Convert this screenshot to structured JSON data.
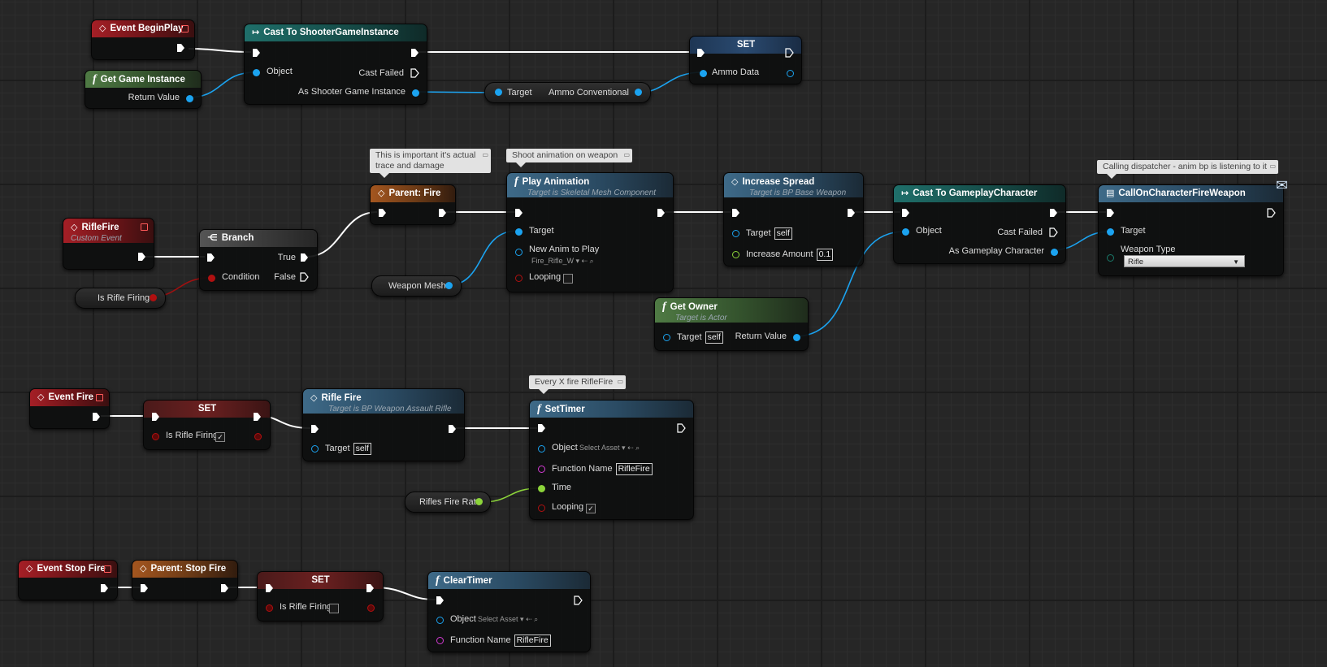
{
  "nodes": {
    "begin_play": {
      "title": "Event BeginPlay"
    },
    "cast_sgi": {
      "title": "Cast To ShooterGameInstance",
      "pin_object": "Object",
      "pin_cast_failed": "Cast Failed",
      "pin_as": "As Shooter Game Instance"
    },
    "get_game_instance": {
      "title": "Get Game Instance",
      "pin_return": "Return Value"
    },
    "set_ammo": {
      "title": "SET",
      "pin_ammo": "Ammo Data"
    },
    "ammo_getter": {
      "pin_target": "Target",
      "pin_out": "Ammo Conventional"
    },
    "rifle_fire_event": {
      "title": "RifleFire",
      "subtitle": "Custom Event"
    },
    "branch": {
      "title": "Branch",
      "pin_condition": "Condition",
      "pin_true": "True",
      "pin_false": "False"
    },
    "is_rifle_firing_var": {
      "label": "Is Rifle Firing"
    },
    "parent_fire": {
      "title": "Parent: Fire"
    },
    "play_animation": {
      "title": "Play Animation",
      "subtitle": "Target is Skeletal Mesh Component",
      "pin_target": "Target",
      "pin_new_anim": "New Anim to Play",
      "anim_value": "Fire_Rifle_W",
      "pin_looping": "Looping"
    },
    "weapon_mesh_var": {
      "label": "Weapon Mesh"
    },
    "increase_spread": {
      "title": "Increase Spread",
      "subtitle": "Target is BP Base Weapon",
      "pin_target": "Target",
      "target_value": "self",
      "pin_amount": "Increase Amount",
      "amount_value": "0.1"
    },
    "get_owner": {
      "title": "Get Owner",
      "subtitle": "Target is Actor",
      "pin_target": "Target",
      "target_value": "self",
      "pin_return": "Return Value"
    },
    "cast_gameplay": {
      "title": "Cast To GameplayCharacter",
      "pin_object": "Object",
      "pin_cast_failed": "Cast Failed",
      "pin_as": "As Gameplay Character"
    },
    "call_dispatcher": {
      "title": "CallOnCharacterFireWeapon",
      "pin_target": "Target",
      "pin_weapon_type": "Weapon Type",
      "weapon_value": "Rifle"
    },
    "event_fire": {
      "title": "Event Fire"
    },
    "set_firing_true": {
      "title": "SET",
      "pin": "Is Rifle Firing",
      "check": "✓"
    },
    "rifle_fire_call": {
      "title": "Rifle Fire",
      "subtitle": "Target is BP Weapon Assault Rifle",
      "pin_target": "Target",
      "target_value": "self"
    },
    "set_timer": {
      "title": "SetTimer",
      "pin_object": "Object",
      "select_asset": "Select Asset",
      "pin_function": "Function Name",
      "function_value": "RifleFire",
      "pin_time": "Time",
      "pin_looping": "Looping",
      "check": "✓"
    },
    "rifles_fire_rate_var": {
      "label": "Rifles Fire Rate"
    },
    "event_stop_fire": {
      "title": "Event Stop Fire"
    },
    "parent_stop_fire": {
      "title": "Parent: Stop Fire"
    },
    "set_firing_false": {
      "title": "SET",
      "pin": "Is Rifle Firing"
    },
    "clear_timer": {
      "title": "ClearTimer",
      "pin_object": "Object",
      "select_asset": "Select Asset",
      "pin_function": "Function Name",
      "function_value": "RifleFire"
    }
  },
  "comments": {
    "trace": "This is important it's actual trace and damage",
    "shoot_anim": "Shoot animation on weapon",
    "dispatcher": "Calling dispatcher - anim bp is listening to it",
    "timer": "Every X fire RifleFire"
  },
  "colors": {
    "exec": "#ffffff",
    "object_pin": "#1ba3f0",
    "bool_pin": "#b01010",
    "float_pin": "#8cd43a",
    "name_pin": "#d43ad4",
    "event_header": "#a51f26",
    "function_header": "#3e6a88",
    "pure_header": "#4f7a44",
    "cast_header": "#1f6f6a",
    "parent_header": "#a4561f"
  }
}
